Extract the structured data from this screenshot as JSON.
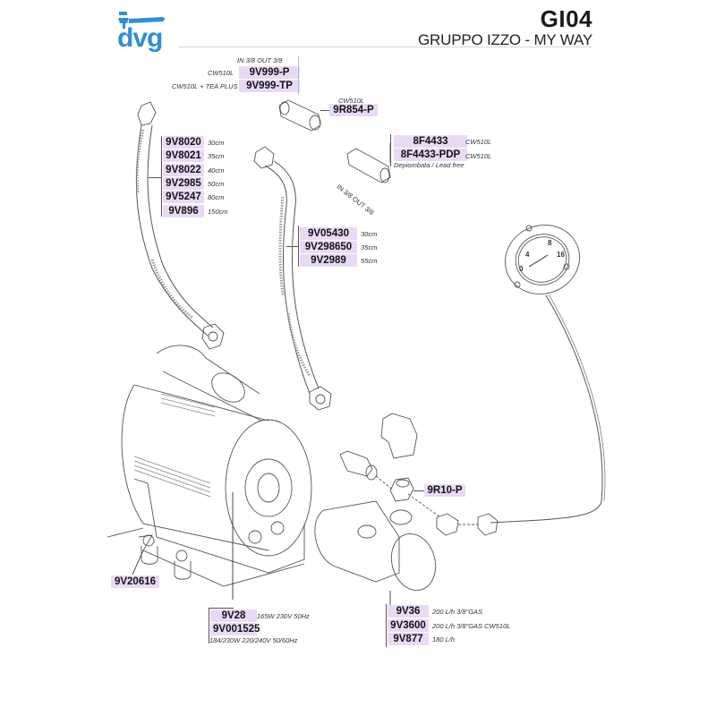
{
  "header": {
    "logo_text": "dvg",
    "brand_color": "#2f8fd8",
    "code": "GI04",
    "title": "GRUPPO IZZO - MY WAY"
  },
  "label_color": "#e9d9f7",
  "parts": {
    "fitting_top": {
      "note_top": "IN 3/8 OUT 3/8",
      "items": [
        {
          "prefix": "CW510L",
          "code": "9V999-P"
        },
        {
          "prefix": "CW510L + TEA PLUS",
          "code": "9V999-TP"
        }
      ]
    },
    "adapter": {
      "note": "CW510L",
      "code": "9R854-P"
    },
    "filter": {
      "items": [
        {
          "code": "8F4433",
          "note": "CW510L"
        },
        {
          "code": "8F4433-PDP",
          "note": "CW510L"
        }
      ],
      "note_below": "Depiombata / Lead free",
      "rotated_note": "IN 3/8 OUT 3/8"
    },
    "hose_left": {
      "items": [
        {
          "code": "9V8020",
          "length": "30cm"
        },
        {
          "code": "9V8021",
          "length": "35cm"
        },
        {
          "code": "9V8022",
          "length": "40cm"
        },
        {
          "code": "9V2985",
          "length": "50cm"
        },
        {
          "code": "9V5247",
          "length": "80cm"
        },
        {
          "code": "9V896",
          "length": "150cm"
        }
      ]
    },
    "hose_mid": {
      "items": [
        {
          "code": "9V05430",
          "length": "30cm"
        },
        {
          "code": "9V298650",
          "length": "35cm"
        },
        {
          "code": "9V2989",
          "length": "55cm"
        }
      ]
    },
    "gauge": {
      "scale": [
        "0",
        "4",
        "8",
        "16"
      ]
    },
    "nipple": {
      "code": "9R10-P"
    },
    "feet": {
      "code": "9V20616"
    },
    "motor": {
      "items": [
        {
          "code": "9V28",
          "note": "165W 230V 50Hz"
        },
        {
          "code": "9V001525",
          "note": ""
        }
      ],
      "note_below": "184/230W 220/240V 50/60Hz"
    },
    "pump": {
      "items": [
        {
          "code": "9V36",
          "note": "200 L/h 3/8\"GAS"
        },
        {
          "code": "9V3600",
          "note": "200 L/h 3/8\"GAS CW510L"
        },
        {
          "code": "9V877",
          "note": "180 L/h"
        }
      ]
    }
  }
}
